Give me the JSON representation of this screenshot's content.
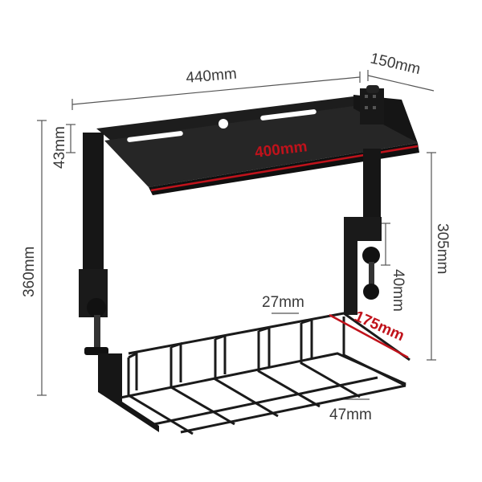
{
  "dimensions": {
    "width": "440mm",
    "depth": "150mm",
    "tray_height": "43mm",
    "total_height": "360mm",
    "tray_length": "400mm",
    "clamp_opening": "40mm",
    "lower_height": "305mm",
    "basket_depth": "175mm",
    "basket_gap": "27mm",
    "basket_slot": "47mm"
  },
  "colors": {
    "product": "#1b1b1b",
    "highlight": "#c0121b",
    "dimension_line": "#555555",
    "text": "#3a3a3a"
  }
}
